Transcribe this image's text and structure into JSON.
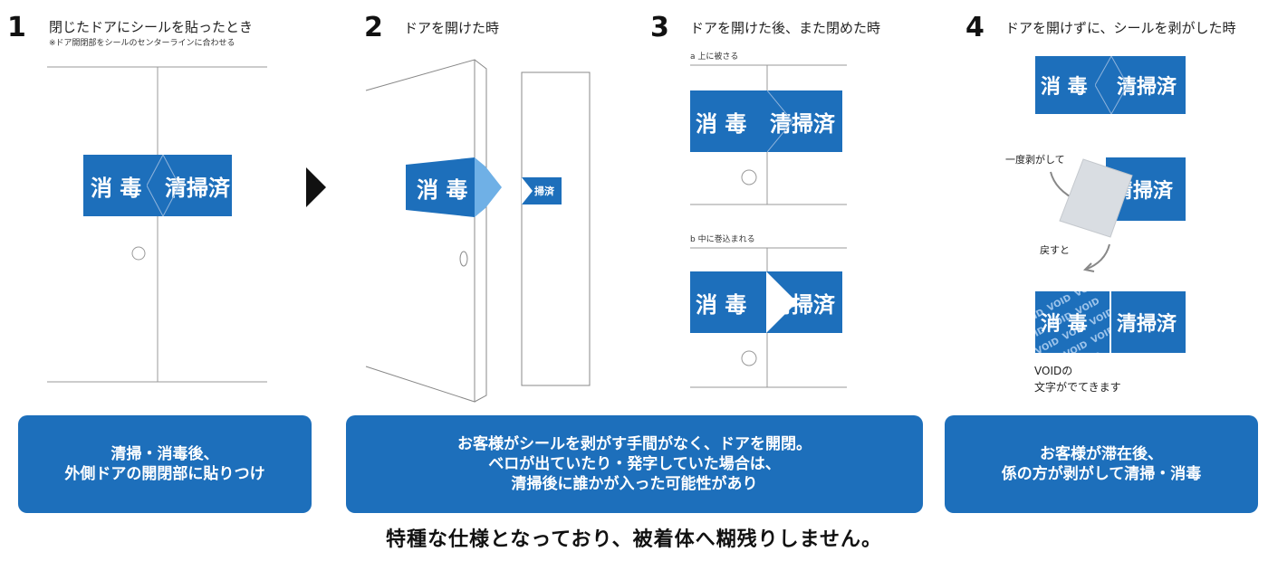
{
  "steps": [
    {
      "num": "1",
      "title": "閉じたドアにシールを貼ったとき",
      "note": "※ドア開閉部をシールのセンターラインに合わせる"
    },
    {
      "num": "2",
      "title": "ドアを開けた時"
    },
    {
      "num": "3",
      "title": "ドアを開けた後、また閉めた時",
      "sub_a": "a 上に被さる",
      "sub_b": "b 中に巻込まれる"
    },
    {
      "num": "4",
      "title": "ドアを開けずに、シールを剥がした時",
      "peel_label": "一度剥がして",
      "return_label": "戻すと",
      "void_note_1": "VOIDの",
      "void_note_2": "文字がでてきます"
    }
  ],
  "sticker": {
    "left": "消 毒",
    "right": "清掃済",
    "right_partial": "掃済",
    "right_peeled": "清掃済",
    "void_word": "VOID"
  },
  "boxes": [
    {
      "line1": "清掃・消毒後、",
      "line2": "外側ドアの開閉部に貼りつけ"
    },
    {
      "line1": "お客様がシールを剥がす手間がなく、ドアを開閉。",
      "line2": "ベロが出ていたり・発字していた場合は、",
      "line3": "清掃後に誰かが入った可能性があり"
    },
    {
      "line1": "お客様が滞在後、",
      "line2": "係の方が剥がして清掃・消毒"
    }
  ],
  "footer": "特種な仕様となっており、被着体へ糊残りしません。",
  "colors": {
    "sticker_blue": "#1d6fbb",
    "line_gray": "#999999"
  }
}
